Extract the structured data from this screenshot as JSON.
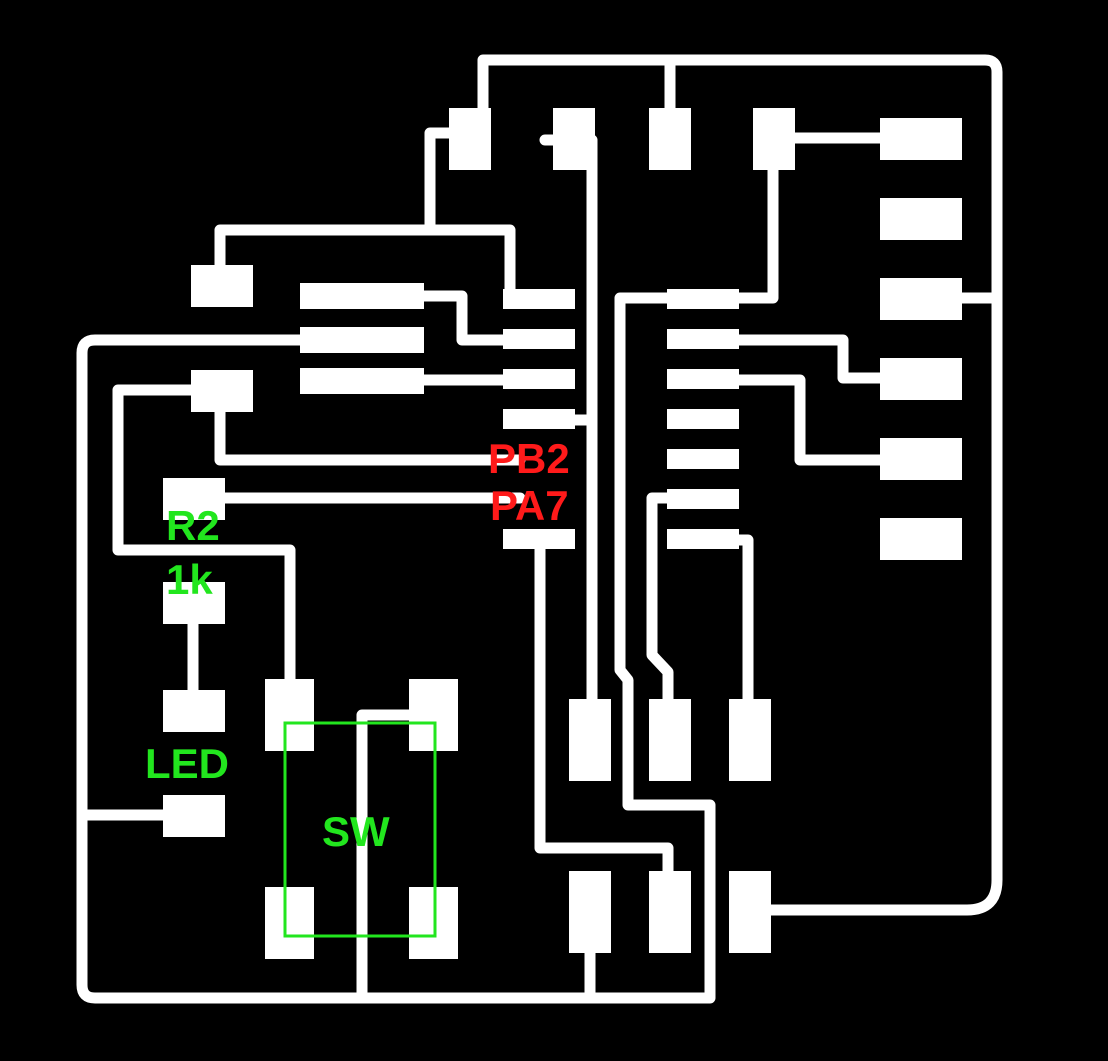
{
  "labels": {
    "r2_ref": "R2",
    "r2_value": "1k",
    "led": "LED",
    "switch": "SW",
    "pin_pb2": "PB2",
    "pin_pa7": "PA7"
  },
  "colors": {
    "background": "#000000",
    "copper": "#ffffff",
    "silkscreen": "#22e61e",
    "pin_annotation": "#ff1a1a"
  }
}
